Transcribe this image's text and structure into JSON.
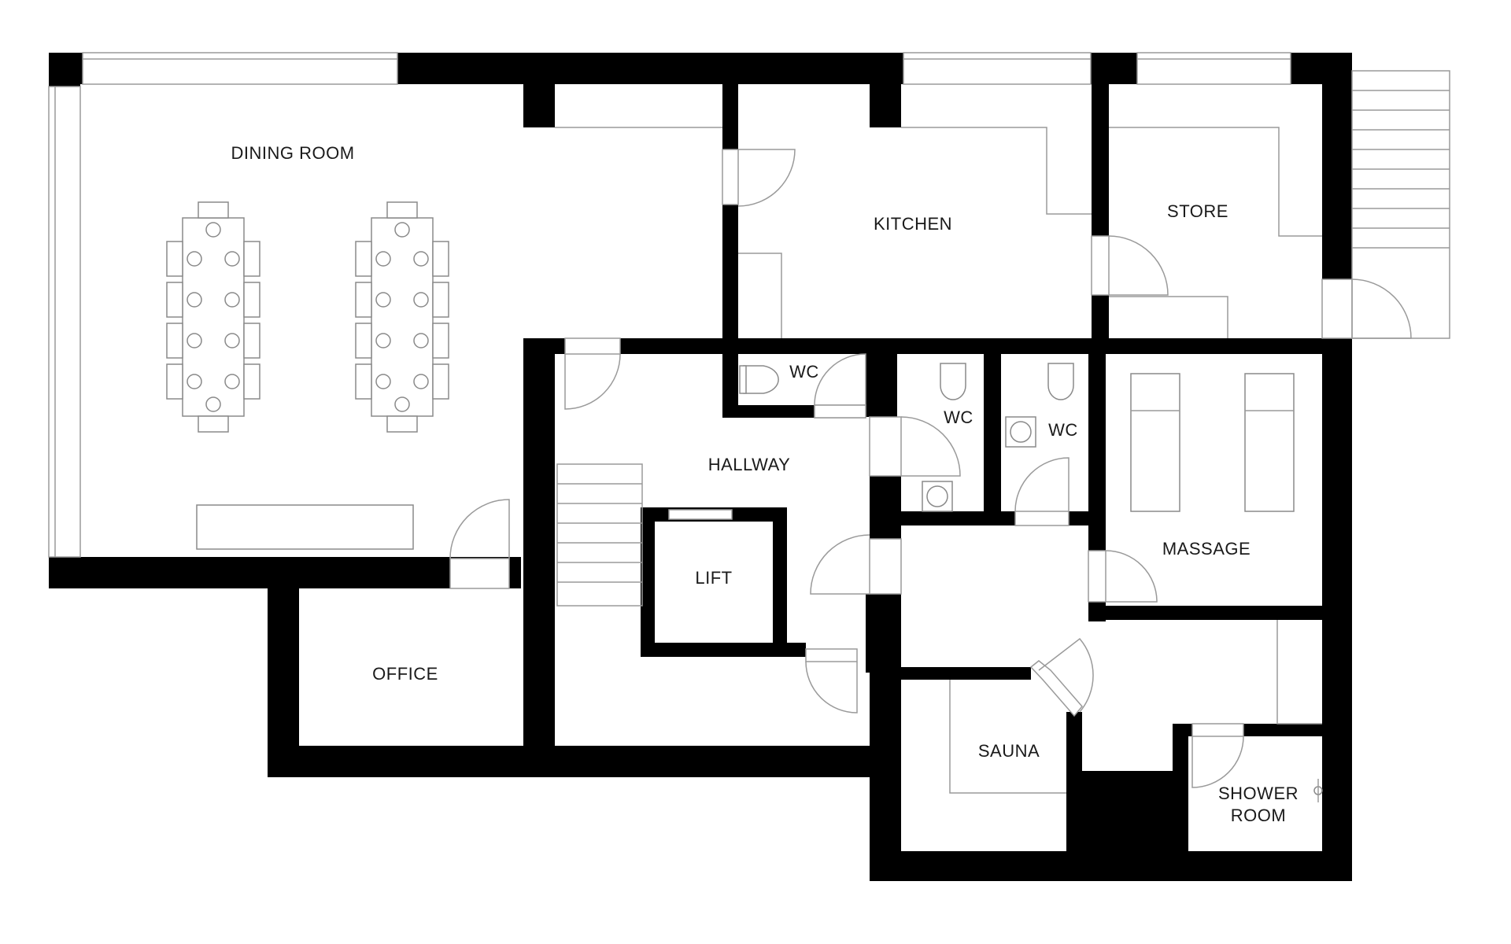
{
  "floor_plan": {
    "colors": {
      "wall": "#000000",
      "line": "#9a9a9a",
      "background": "#ffffff",
      "text": "#1a1a1a"
    },
    "rooms": {
      "dining_room": "DINING ROOM",
      "kitchen": "KITCHEN",
      "store": "STORE",
      "hallway": "HALLWAY",
      "wc_upper": "WC",
      "wc_middle": "WC",
      "wc_right": "WC",
      "massage": "MASSAGE",
      "lift": "LIFT",
      "office": "OFFICE",
      "sauna": "SAUNA",
      "shower_room_line1": "SHOWER",
      "shower_room_line2": "ROOM"
    },
    "furniture": {
      "dining_tables": 2,
      "chairs_per_table": 10,
      "massage_beds": 2
    },
    "icons": [
      "door-swing-icon",
      "window-icon",
      "stairs-icon",
      "toilet-icon",
      "sink-icon",
      "chair-icon",
      "table-icon",
      "bed-icon",
      "shower-icon"
    ]
  }
}
